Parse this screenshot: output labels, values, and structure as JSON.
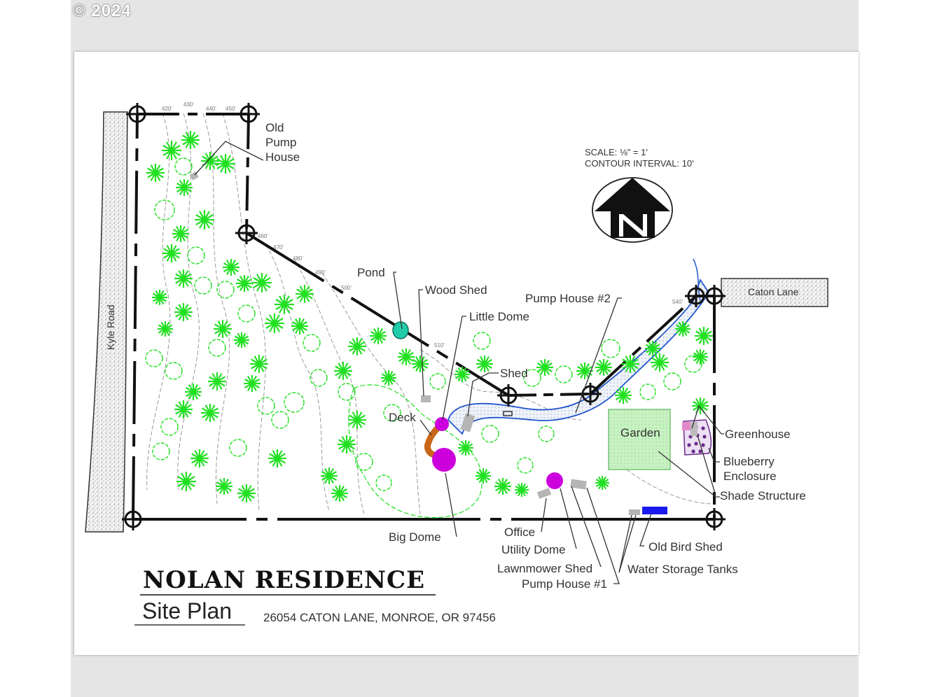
{
  "copyright": "© 2024",
  "title": "NOLAN RESIDENCE",
  "subtitle": "Site Plan",
  "address": "26054 CATON LANE, MONROE, OR  97456",
  "scale": "SCALE: ⅛\" = 1'",
  "contour_interval": "CONTOUR INTERVAL:  10'",
  "roads": {
    "kyle": "Kyle Road",
    "caton": "Caton Lane"
  },
  "labels": {
    "old_pump_house": [
      "Old",
      "Pump",
      "House"
    ],
    "pond": "Pond",
    "wood_shed": "Wood Shed",
    "little_dome": "Little Dome",
    "pump_house_2": "Pump House #2",
    "shed": "Shed",
    "deck": "Deck",
    "big_dome": "Big Dome",
    "garden": "Garden",
    "greenhouse": "Greenhouse",
    "blueberry_enclosure": [
      "Blueberry",
      "Enclosure"
    ],
    "shade_structure": "Shade Structure",
    "office": "Office",
    "utility_dome": "Utility Dome",
    "lawnmower_shed": "Lawnmower Shed",
    "pump_house_1": "Pump House #1",
    "old_bird_shed": "Old Bird Shed",
    "water_storage_tanks": "Water Storage Tanks"
  },
  "contour_labels": [
    "420'",
    "430'",
    "440'",
    "450'",
    "460'",
    "470'",
    "480'",
    "490'",
    "500'",
    "510'",
    "540'"
  ],
  "colors": {
    "trees": "#22e022",
    "domes": "#cc00dd",
    "creek": "#2255cc",
    "tanks": "#1a1aee",
    "deck": "#c8661a",
    "pond": "#22ccaa"
  }
}
